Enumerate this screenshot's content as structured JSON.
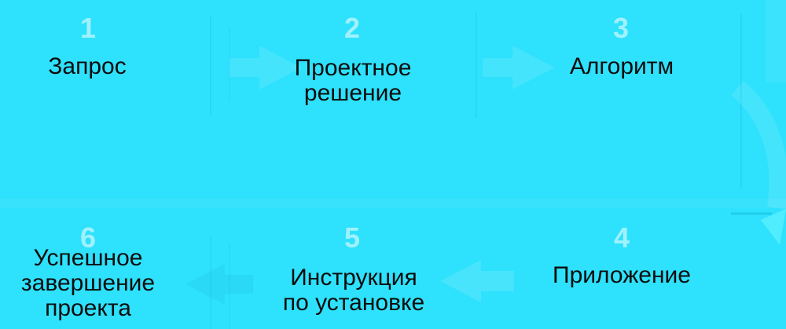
{
  "diagram": {
    "type": "process-flow",
    "step_count": 6,
    "flow_order": "1-2-3 left-to-right on top row, curve down on right, 4-5-6 right-to-left on bottom row"
  },
  "colors": {
    "background": "#2EE1FC",
    "step_number": "#9FEFFD",
    "step_label": "#0C0C0C",
    "ghost_arrow_light": "rgba(255,255,255,0.11)",
    "ghost_arrow_dark": "rgba(0,130,180,0.09)",
    "curve_arrowhead": "rgba(110,248,255,0.55)"
  },
  "steps": [
    {
      "num": "1",
      "label": "Запрос"
    },
    {
      "num": "2",
      "label": "Проектное\nрешение"
    },
    {
      "num": "3",
      "label": "Алгоритм"
    },
    {
      "num": "4",
      "label": "Приложение"
    },
    {
      "num": "5",
      "label": "Инструкция\nпо установке"
    },
    {
      "num": "6",
      "label": "Успешное\nзавершение\nпроекта"
    }
  ],
  "icons": {
    "flow_arrow_1_2": "block-arrow-right",
    "flow_arrow_2_3": "block-arrow-right",
    "flow_arrow_3_4": "curved-arrow-down",
    "flow_arrow_5_4": "block-arrow-left",
    "flow_arrow_6_5": "block-arrow-left"
  }
}
